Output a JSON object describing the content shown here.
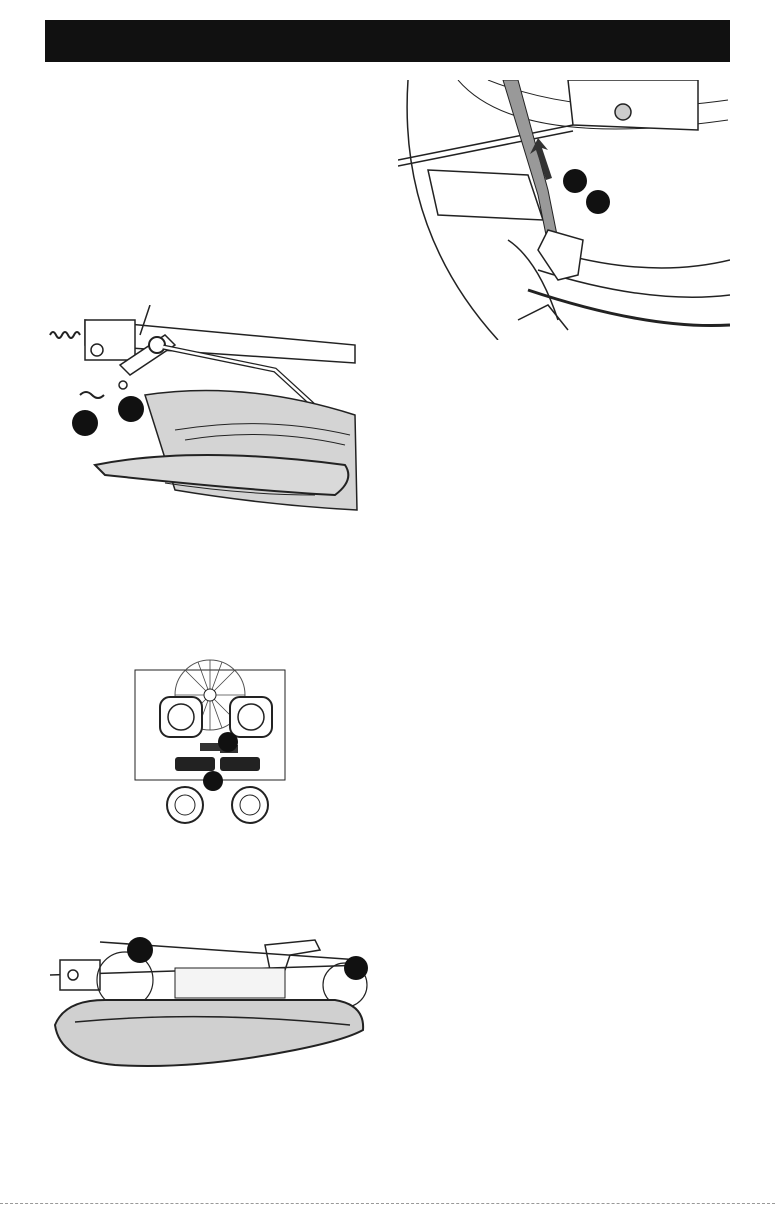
{
  "page": {
    "header_bar_color": "#111111",
    "background_color": "#ffffff"
  },
  "figures": [
    {
      "id": "deck-linkage",
      "icon": "mower-deck-linkage-illustration",
      "callouts": 2
    },
    {
      "id": "cable-insertion",
      "icon": "blade-cable-insertion-illustration",
      "callouts": 2
    },
    {
      "id": "wiring-connectors",
      "icon": "electrical-connector-illustration",
      "callouts": 2
    },
    {
      "id": "deck-side-view",
      "icon": "mower-deck-side-illustration",
      "callouts": 2
    }
  ]
}
